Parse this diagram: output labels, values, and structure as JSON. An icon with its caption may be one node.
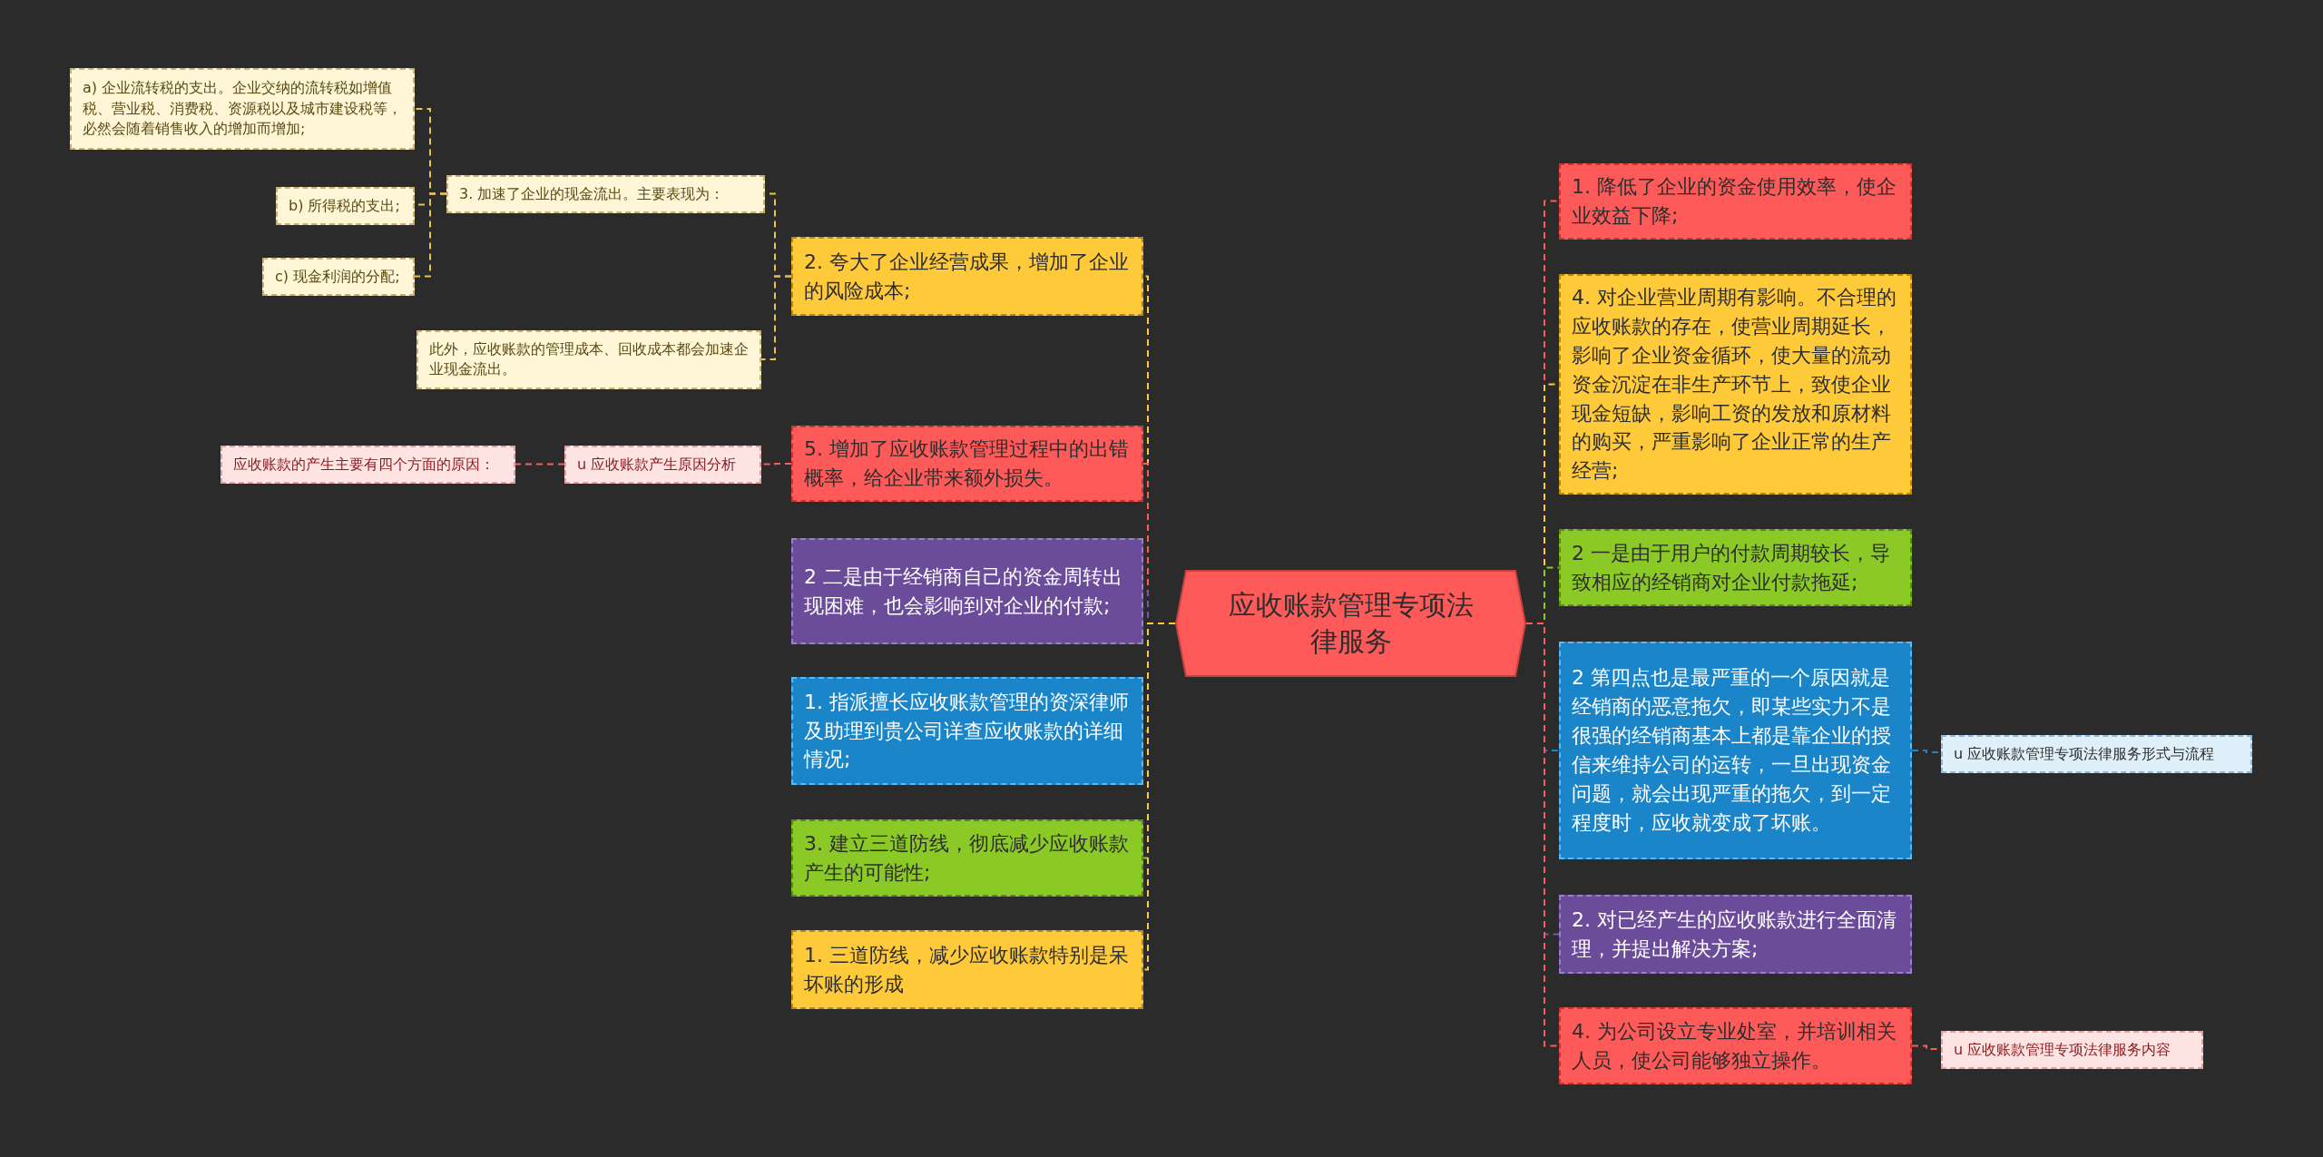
{
  "diagram": {
    "nodes": [
      {
        "text": [
          "应收账款管理专项法律服务"
        ]
      },
      {
        "text": [
          "2. 夸大了企业经营成果，增加了企业的风险成本;"
        ]
      },
      {
        "text": [
          "3. 加速了企业的现金流出。主要表现为："
        ]
      },
      {
        "text": [
          "a) 企业流转税的支出。企业交纳的流转税如增值税、营业税、消费税、资源税以及城市建设税等，必然会随着销售收入的增加而增加;"
        ]
      },
      {
        "text": [
          "b) 所得税的支出;"
        ]
      },
      {
        "text": [
          "c) 现金利润的分配;"
        ]
      },
      {
        "text": [
          "此外，应收账款的管理成本、回收成本都会加速企业现金流出。"
        ]
      },
      {
        "text": [
          "5. 增加了应收账款管理过程中的出错概率，给企业带来额外损失。"
        ]
      },
      {
        "text": [
          "u 应收账款产生原因分析"
        ]
      },
      {
        "text": [
          "应收账款的产生主要有四个方面的原因："
        ]
      },
      {
        "text": [
          "2 二是由于经销商自己的资金周转出现困难，也会影响到对企业的付款;"
        ]
      },
      {
        "text": [
          "1. 指派擅长应收账款管理的资深律师及助理到贵公司详查应收账款的详细情况;"
        ]
      },
      {
        "text": [
          "3. 建立三道防线，彻底减少应收账款产生的可能性;"
        ]
      },
      {
        "text": [
          "1. 三道防线，减少应收账款特别是呆坏账的形成"
        ]
      },
      {
        "text": [
          "1. 降低了企业的资金使用效率，使企业效益下降;"
        ]
      },
      {
        "text": [
          "4. 对企业营业周期有影响。不合理的应收账款的存在，使营业周期延长，影响了企业资金循环，使大量的流动资金沉淀在非生产环节上，致使企业现金短缺，影响工资的发放和原材料的购买，严重影响了企业正常的生产经营;"
        ]
      },
      {
        "text": [
          "2 一是由于用户的付款周期较长，导致相应的经销商对企业付款拖延;"
        ]
      },
      {
        "text": [
          "2 第四点也是最严重的一个原因就是经销商的恶意拖欠，即某些实力不是很强的经销商基本上都是靠企业的授信来维持公司的运转，一旦出现资金问题，就会出现严重的拖欠，到一定程度时，应收就变成了坏账。"
        ]
      },
      {
        "text": [
          "u 应收账款管理专项法律服务形式与流程"
        ]
      },
      {
        "text": [
          "2. 对已经产生的应收账款进行全面清理，并提出解决方案;"
        ]
      },
      {
        "text": [
          "4. 为公司设立专业处室，并培训相关人员，使公司能够独立操作。"
        ]
      },
      {
        "text": [
          "u 应收账款管理专项法律服务内容"
        ]
      }
    ],
    "edges": [
      {
        "from": 0,
        "to": 1,
        "arrow": "none",
        "style": "dashed",
        "color": "#ffcb3a"
      },
      {
        "from": 1,
        "to": 2,
        "arrow": "none",
        "style": "dashed",
        "color": "#e8c44a"
      },
      {
        "from": 2,
        "to": 3,
        "arrow": "none",
        "style": "dashed",
        "color": "#e8c44a"
      },
      {
        "from": 2,
        "to": 4,
        "arrow": "none",
        "style": "dashed",
        "color": "#e8c44a"
      },
      {
        "from": 2,
        "to": 5,
        "arrow": "none",
        "style": "dashed",
        "color": "#e8c44a"
      },
      {
        "from": 1,
        "to": 6,
        "arrow": "none",
        "style": "dashed",
        "color": "#e8c44a"
      },
      {
        "from": 0,
        "to": 7,
        "arrow": "none",
        "style": "dashed",
        "color": "#ff5a5a"
      },
      {
        "from": 7,
        "to": 8,
        "arrow": "none",
        "style": "dashed",
        "color": "#ff5a5a"
      },
      {
        "from": 8,
        "to": 9,
        "arrow": "none",
        "style": "dashed",
        "color": "#ff5a5a"
      },
      {
        "from": 0,
        "to": 10,
        "arrow": "none",
        "style": "dashed",
        "color": "#7a56a8"
      },
      {
        "from": 0,
        "to": 11,
        "arrow": "none",
        "style": "dashed",
        "color": "#1a85c8"
      },
      {
        "from": 0,
        "to": 12,
        "arrow": "none",
        "style": "dashed",
        "color": "#8bc926"
      },
      {
        "from": 0,
        "to": 13,
        "arrow": "none",
        "style": "dashed",
        "color": "#ffcb3a"
      },
      {
        "from": 0,
        "to": 14,
        "arrow": "none",
        "style": "dashed",
        "color": "#ff5a5a"
      },
      {
        "from": 0,
        "to": 15,
        "arrow": "none",
        "style": "dashed",
        "color": "#ffcb3a"
      },
      {
        "from": 0,
        "to": 16,
        "arrow": "none",
        "style": "dashed",
        "color": "#8bc926"
      },
      {
        "from": 0,
        "to": 17,
        "arrow": "none",
        "style": "dashed",
        "color": "#1a85c8"
      },
      {
        "from": 17,
        "to": 18,
        "arrow": "none",
        "style": "dashed",
        "color": "#1a85c8"
      },
      {
        "from": 0,
        "to": 19,
        "arrow": "none",
        "style": "dashed",
        "color": "#7a56a8"
      },
      {
        "from": 0,
        "to": 20,
        "arrow": "none",
        "style": "dashed",
        "color": "#ff5a5a"
      },
      {
        "from": 20,
        "to": 21,
        "arrow": "none",
        "style": "dashed",
        "color": "#ff5a5a"
      }
    ]
  }
}
